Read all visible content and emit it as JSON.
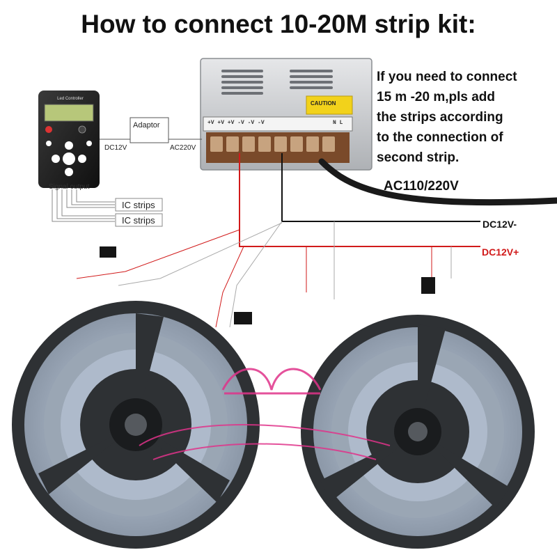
{
  "title": "How to connect 10-20M strip kit:",
  "note_lines": [
    "If you need to connect",
    "15 m -20 m,pls add",
    "the strips according",
    "to the connection of",
    "second strip."
  ],
  "ac_label": "AC110/220V",
  "dc_negative_label": "DC12V-",
  "dc_positive_label": "DC12V+",
  "controller": {
    "title": "Led Controller",
    "signal_output": "Signal output"
  },
  "adaptor": {
    "label": "Adaptor",
    "dc_label": "DC12V",
    "ac_label": "AC220V"
  },
  "ic_strips": [
    "IC strips",
    "IC strips"
  ],
  "psu": {
    "terminal_labels": "+V +V +V -V -V -V",
    "nl_label": "N L",
    "caution": "CAUTION"
  },
  "colors": {
    "positive_wire": "#d11a1a",
    "negative_wire": "#111111",
    "reel": "#3a3d40",
    "watermark": "#e0338a"
  }
}
